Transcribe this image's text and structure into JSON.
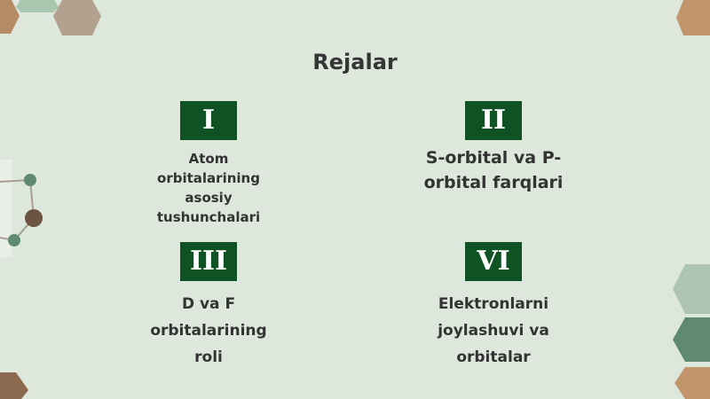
{
  "slide": {
    "title": "Rejalar",
    "items": [
      {
        "numeral": "I",
        "text": "Atom orbitalarining asosiy tushunchalari"
      },
      {
        "numeral": "II",
        "text": "S-orbital va P-orbital farqlari"
      },
      {
        "numeral": "III",
        "text": "D va F orbitalarining roli"
      },
      {
        "numeral": "VI",
        "text": "Elektronlarni joylashuvi va orbitalar"
      }
    ]
  },
  "colors": {
    "background": "#dde7dc",
    "badge": "#0f5224",
    "text": "#333333",
    "accent_brown": "#a98462",
    "accent_green": "#5f8a70"
  }
}
